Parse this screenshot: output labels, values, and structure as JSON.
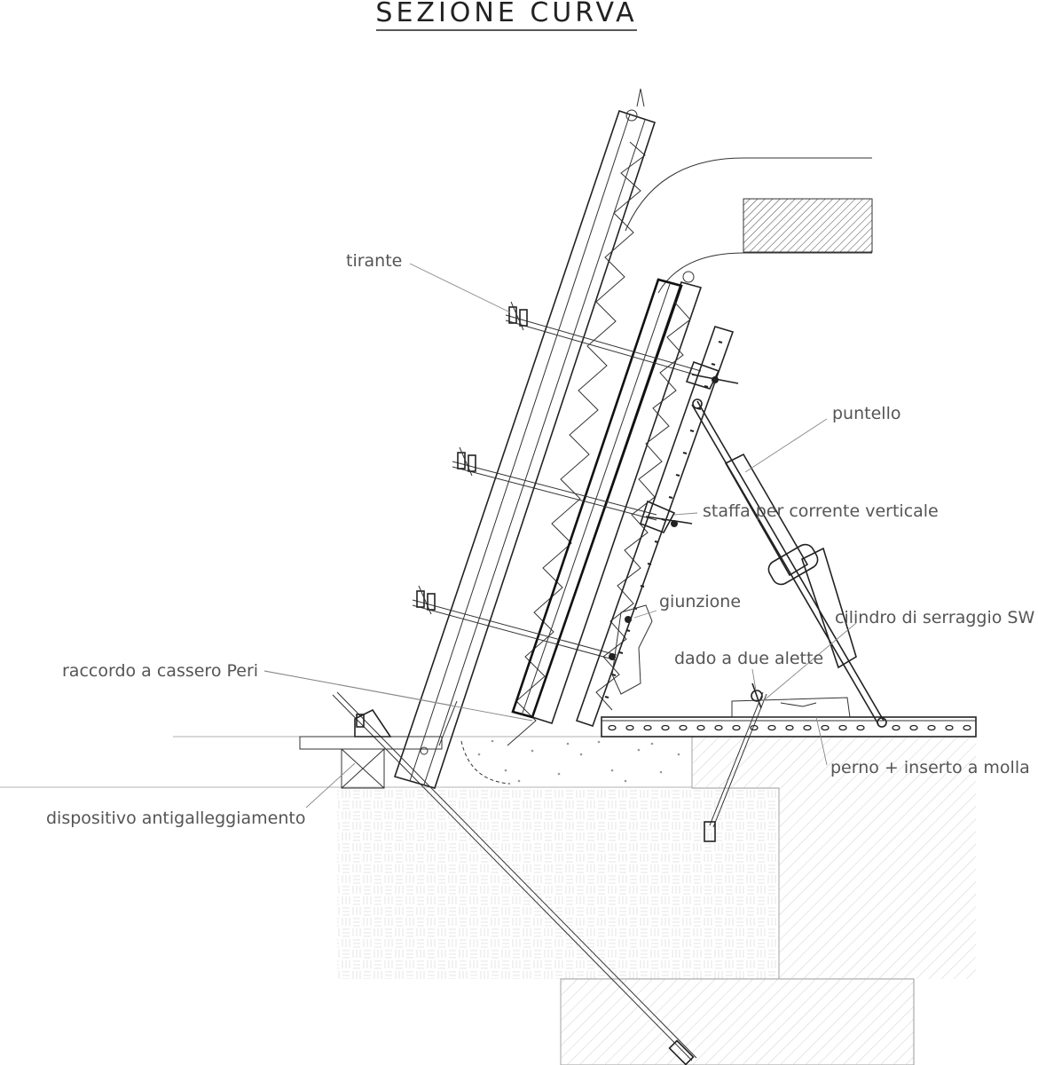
{
  "title": "SEZIONE CURVA",
  "labels": {
    "tirante": "tirante",
    "puntello": "puntello",
    "staffa": "staffa per corrente verticale",
    "giunzione": "giunzione",
    "cilindro": "cilindro di serraggio SW",
    "dado": "dado a due alette",
    "raccordo": "raccordo a cassero Peri",
    "perno": "perno + inserto a molla",
    "dispositivo": "dispositivo antigalleggiamento"
  },
  "colors": {
    "line": "#222222",
    "label": "#555555",
    "leader": "#888888",
    "hatch": "#bbbbbb"
  }
}
